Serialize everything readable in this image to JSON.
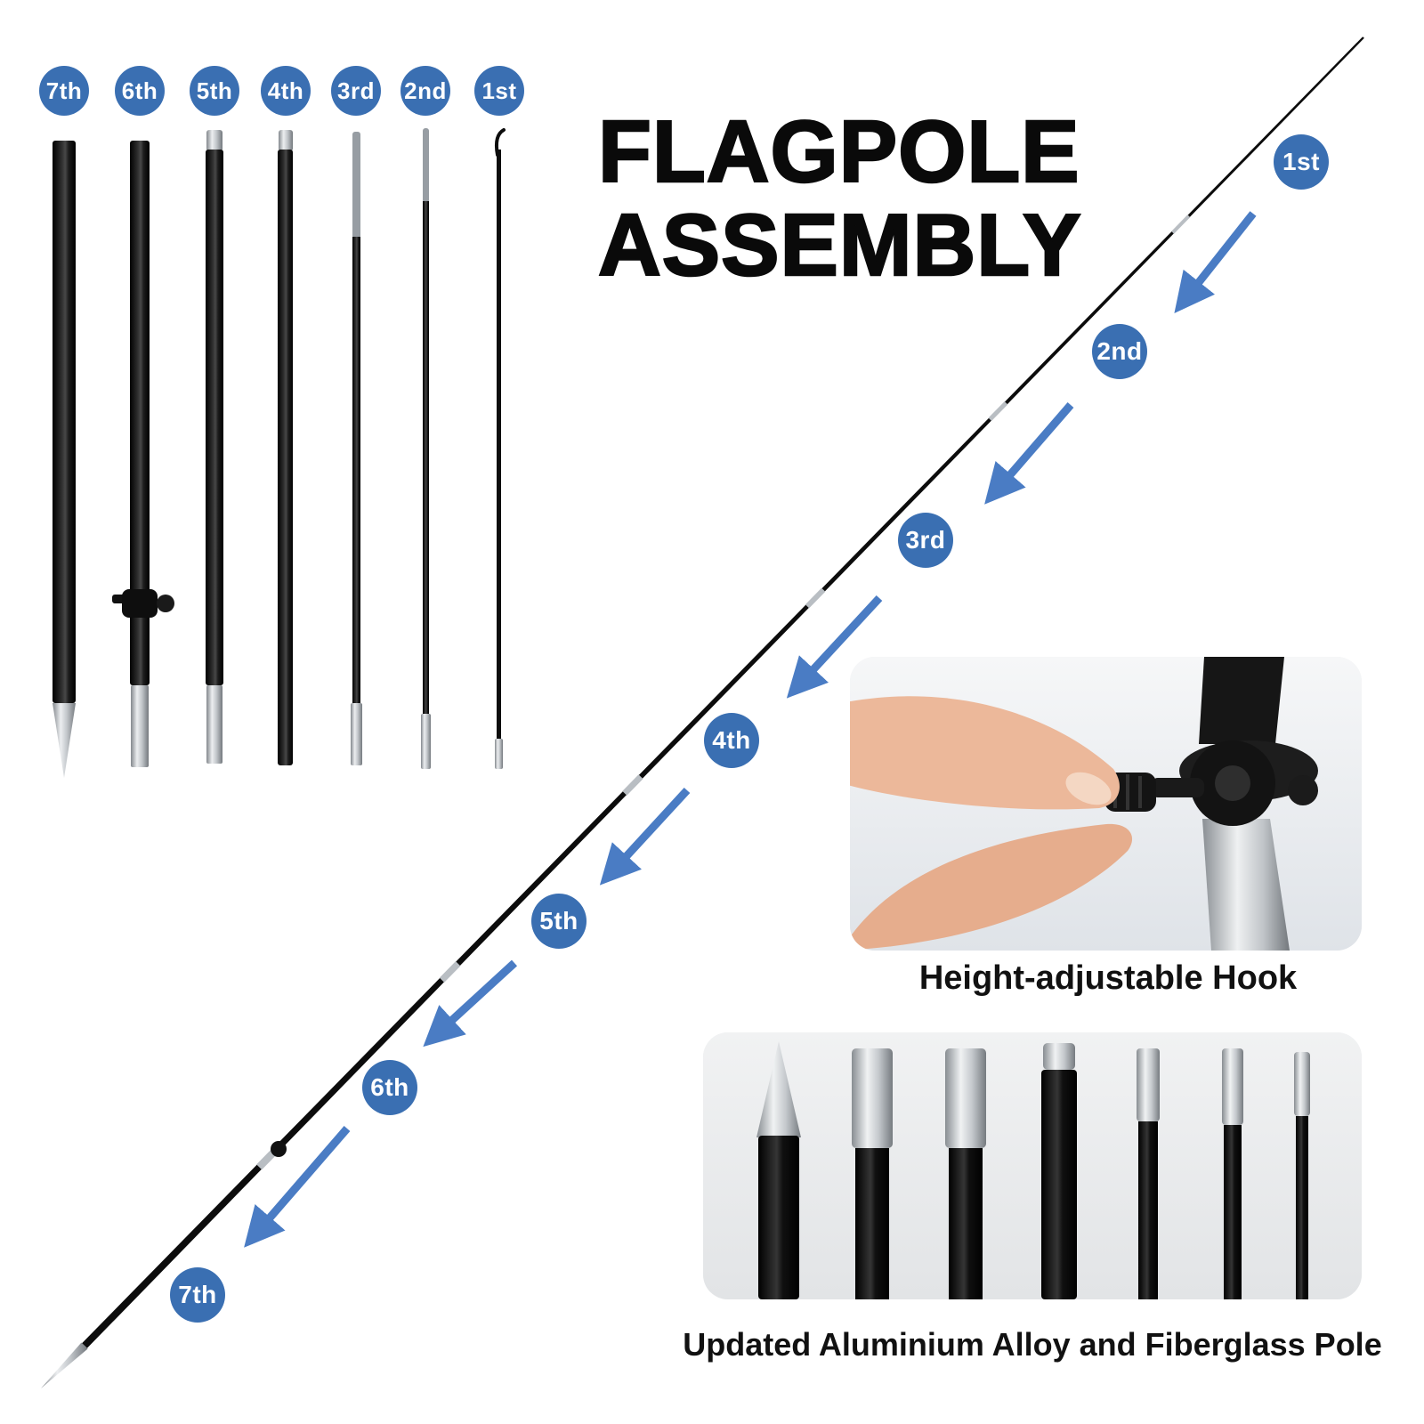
{
  "title": {
    "line1": "FLAGPOLE",
    "line2": "ASSEMBLY"
  },
  "parts_badges": {
    "labels": [
      "7th",
      "6th",
      "5th",
      "4th",
      "3rd",
      "2nd",
      "1st"
    ]
  },
  "assembly_badges": {
    "labels": [
      "1st",
      "2nd",
      "3rd",
      "4th",
      "5th",
      "6th",
      "7th"
    ]
  },
  "hook_inset": {
    "caption": "Height-adjustable Hook"
  },
  "material_inset": {
    "caption": "Updated Aluminium Alloy and Fiberglass Pole"
  },
  "colors": {
    "badge_blue": "#3a6fb2",
    "arrow_blue": "#4a7cc4",
    "pole_black": "#0d0d0d",
    "metal_silver": "#c3c7cb",
    "background": "#ffffff"
  }
}
